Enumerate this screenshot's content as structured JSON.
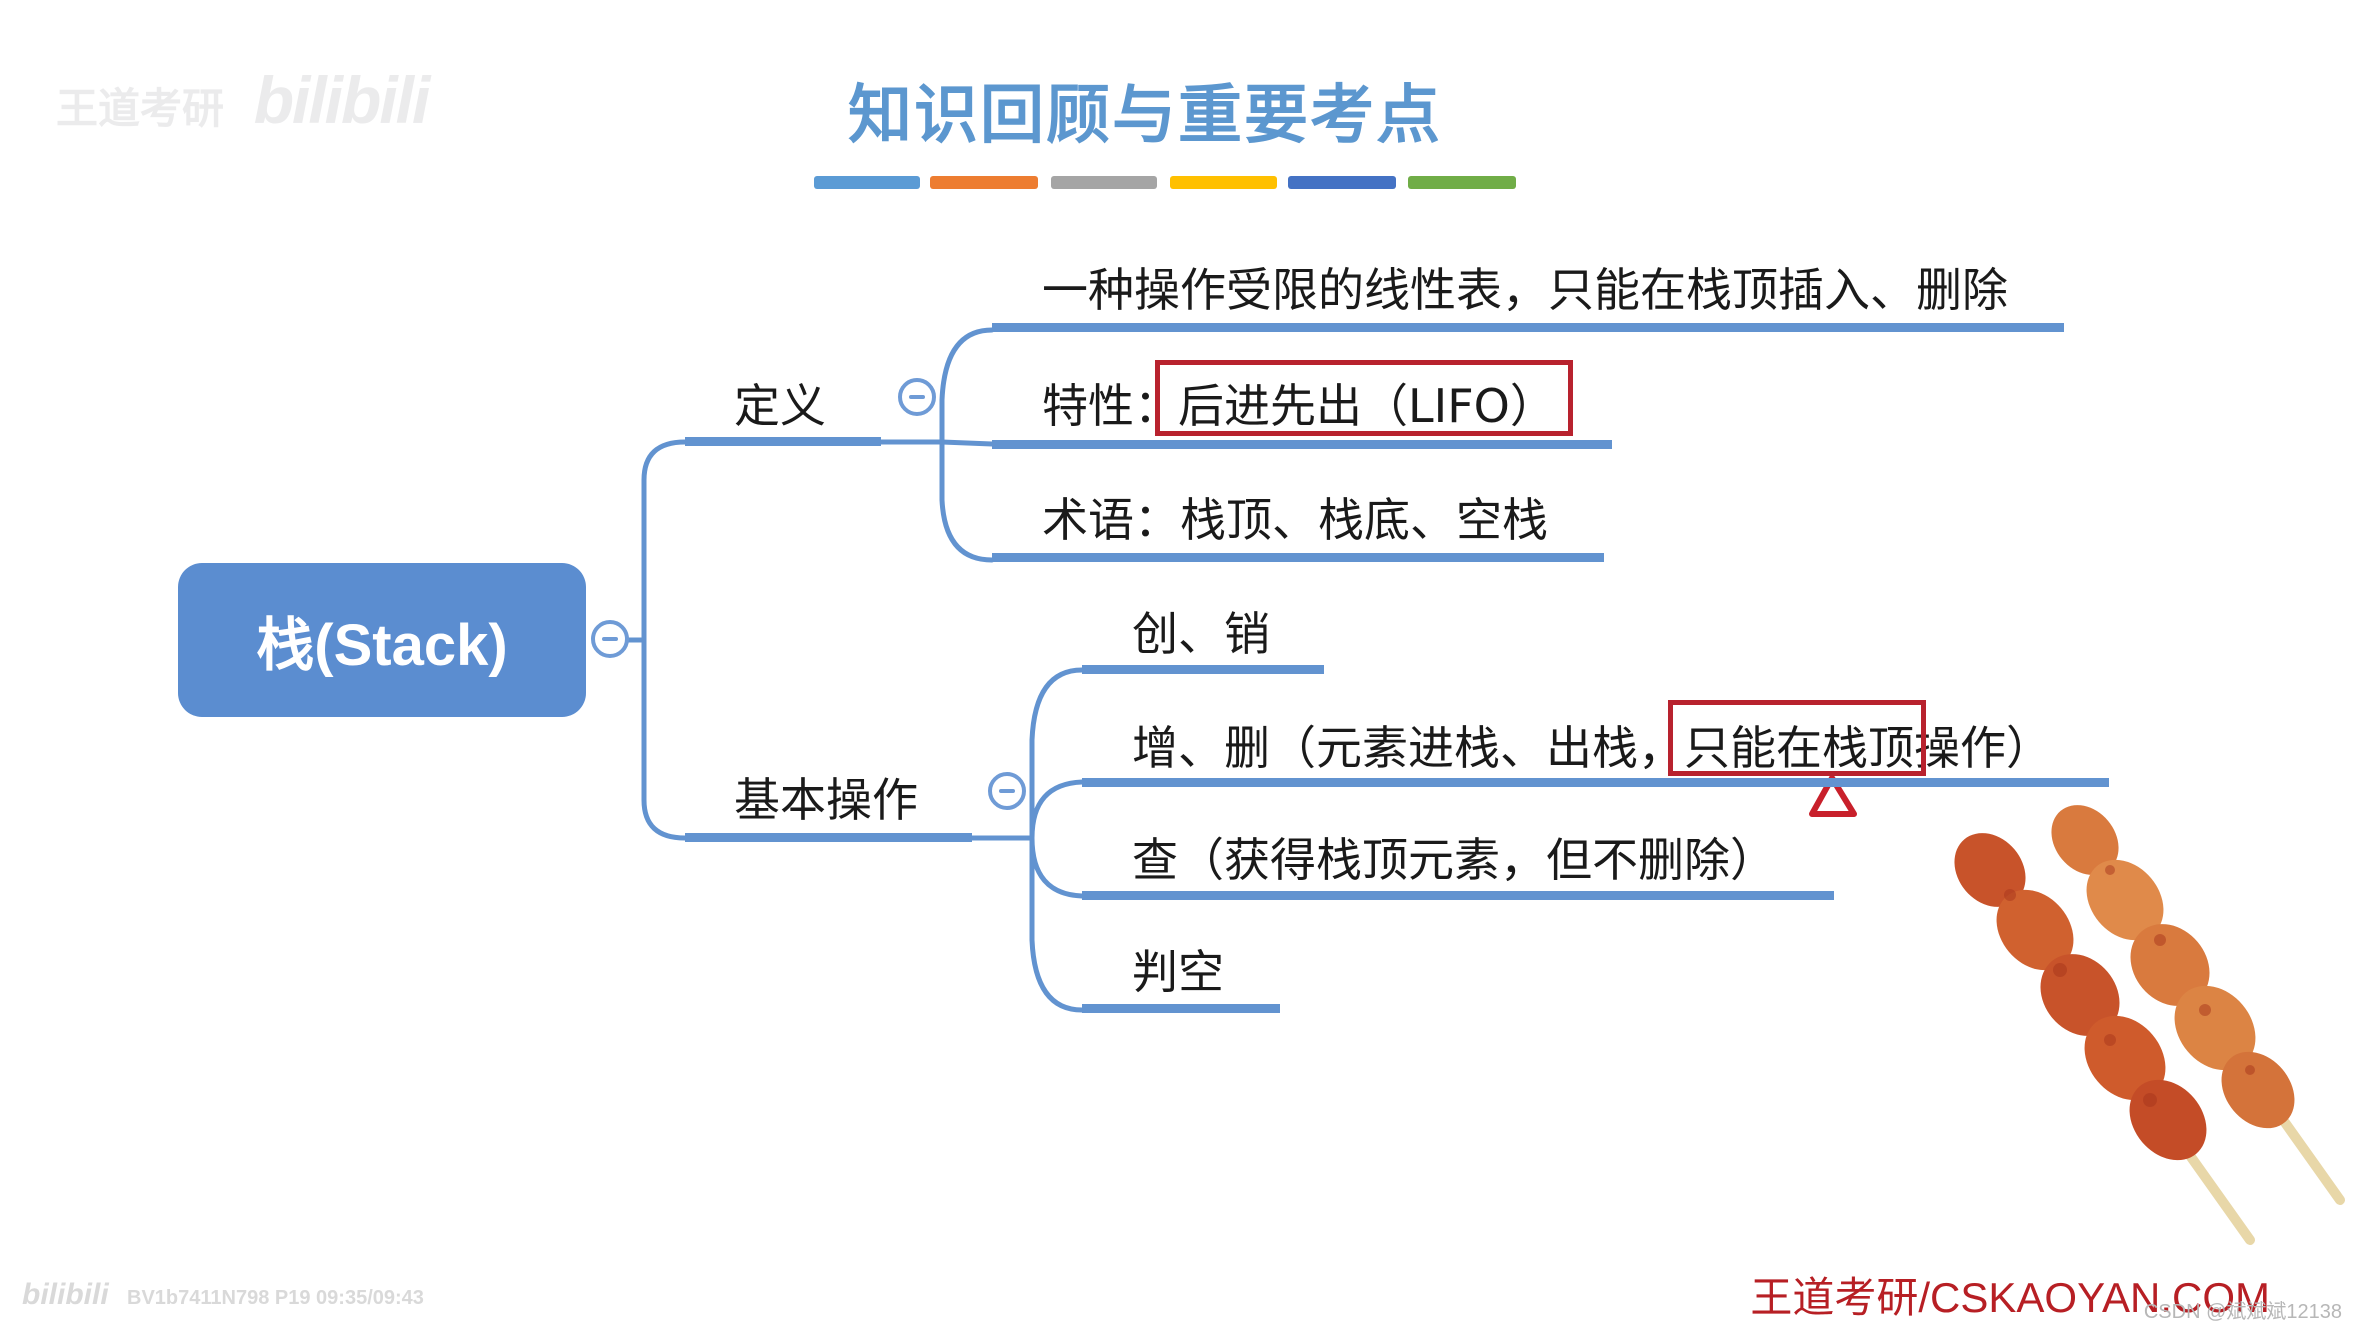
{
  "watermark": {
    "top_left_text": "王道考研",
    "top_left_logo": "bilibili",
    "bottom_left_logo": "bilibili",
    "video_info": "BV1b7411N798 P19 09:35/09:43"
  },
  "slide": {
    "title": "知识回顾与重要考点",
    "title_color": "#5c97cf",
    "color_bar": [
      "#5b9bd5",
      "#ed7d31",
      "#a5a5a5",
      "#ffc000",
      "#4472c4",
      "#70ad47"
    ]
  },
  "mindmap": {
    "root": "栈(Stack)",
    "branches": [
      {
        "label": "定义",
        "children": [
          "一种操作受限的线性表，只能在栈顶插入、删除",
          {
            "prefix": "特性：",
            "highlight": "后进先出（LIFO）"
          },
          "术语：栈顶、栈底、空栈"
        ]
      },
      {
        "label": "基本操作",
        "children": [
          "创、销",
          {
            "before": "增、删（元素进栈、出栈，",
            "highlight": "只能在栈顶操",
            "after": "作）"
          },
          "查（获得栈顶元素，但不删除）",
          "判空"
        ]
      }
    ],
    "line_color": "#6293d0",
    "highlight_color": "#b8222e"
  },
  "footer": {
    "brand": "王道考研/CSKAOYAN.COM",
    "brand_color": "#b71f24",
    "csdn": "CSDN @斌斌斌12138"
  },
  "icons": [
    "collapse-icon",
    "warning-triangle-icon",
    "skewer-illustration"
  ]
}
